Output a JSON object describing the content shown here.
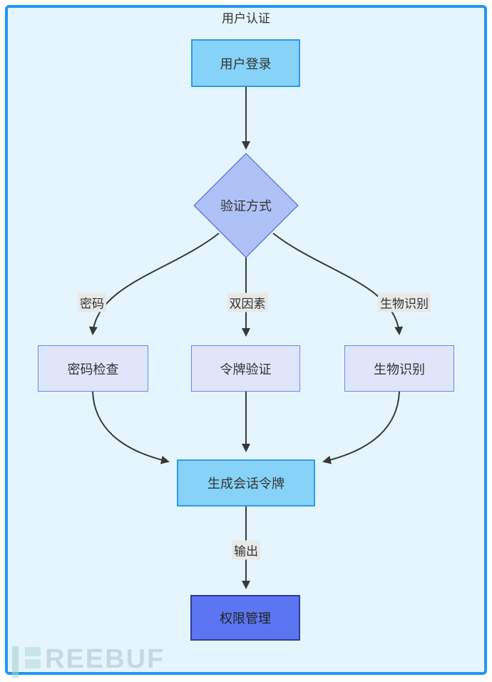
{
  "diagram": {
    "title": "用户认证",
    "type": "flowchart",
    "nodes": {
      "login": {
        "label": "用户登录",
        "shape": "rect",
        "style": "sky"
      },
      "method": {
        "label": "验证方式",
        "shape": "diamond",
        "style": "periwinkle"
      },
      "password_check": {
        "label": "密码检查",
        "shape": "rect",
        "style": "lavender"
      },
      "token_verify": {
        "label": "令牌验证",
        "shape": "rect",
        "style": "lavender"
      },
      "biometric": {
        "label": "生物识别",
        "shape": "rect",
        "style": "lavender"
      },
      "session_token": {
        "label": "生成会话令牌",
        "shape": "rect",
        "style": "sky"
      },
      "permission": {
        "label": "权限管理",
        "shape": "rect",
        "style": "royal"
      }
    },
    "edge_labels": {
      "password": "密码",
      "two_factor": "双因素",
      "biometric": "生物识别",
      "output": "输出"
    },
    "edges": [
      {
        "from": "login",
        "to": "method",
        "label": ""
      },
      {
        "from": "method",
        "to": "password_check",
        "label": "密码"
      },
      {
        "from": "method",
        "to": "token_verify",
        "label": "双因素"
      },
      {
        "from": "method",
        "to": "biometric",
        "label": "生物识别"
      },
      {
        "from": "password_check",
        "to": "session_token",
        "label": ""
      },
      {
        "from": "token_verify",
        "to": "session_token",
        "label": ""
      },
      {
        "from": "biometric",
        "to": "session_token",
        "label": ""
      },
      {
        "from": "session_token",
        "to": "permission",
        "label": "输出"
      }
    ],
    "colors": {
      "frame_border": "#2196F3",
      "canvas_bg": "#E4F5FD",
      "node_sky_fill": "#87D2F8",
      "node_sky_border": "#2D9BF2",
      "diamond_fill": "#AFC2F7",
      "diamond_border": "#3A5BDC",
      "node_lavender_fill": "#DFE6FC",
      "node_lavender_border": "#7386E8",
      "node_royal_fill": "#5B76F0",
      "node_royal_border": "#2E3C9E",
      "edge_color": "#383838",
      "edge_label_bg": "#E8E8E8",
      "text": "#333333"
    }
  },
  "watermark": {
    "text": "REEBUF",
    "brand_icon": "freebuf-logo-icon"
  }
}
